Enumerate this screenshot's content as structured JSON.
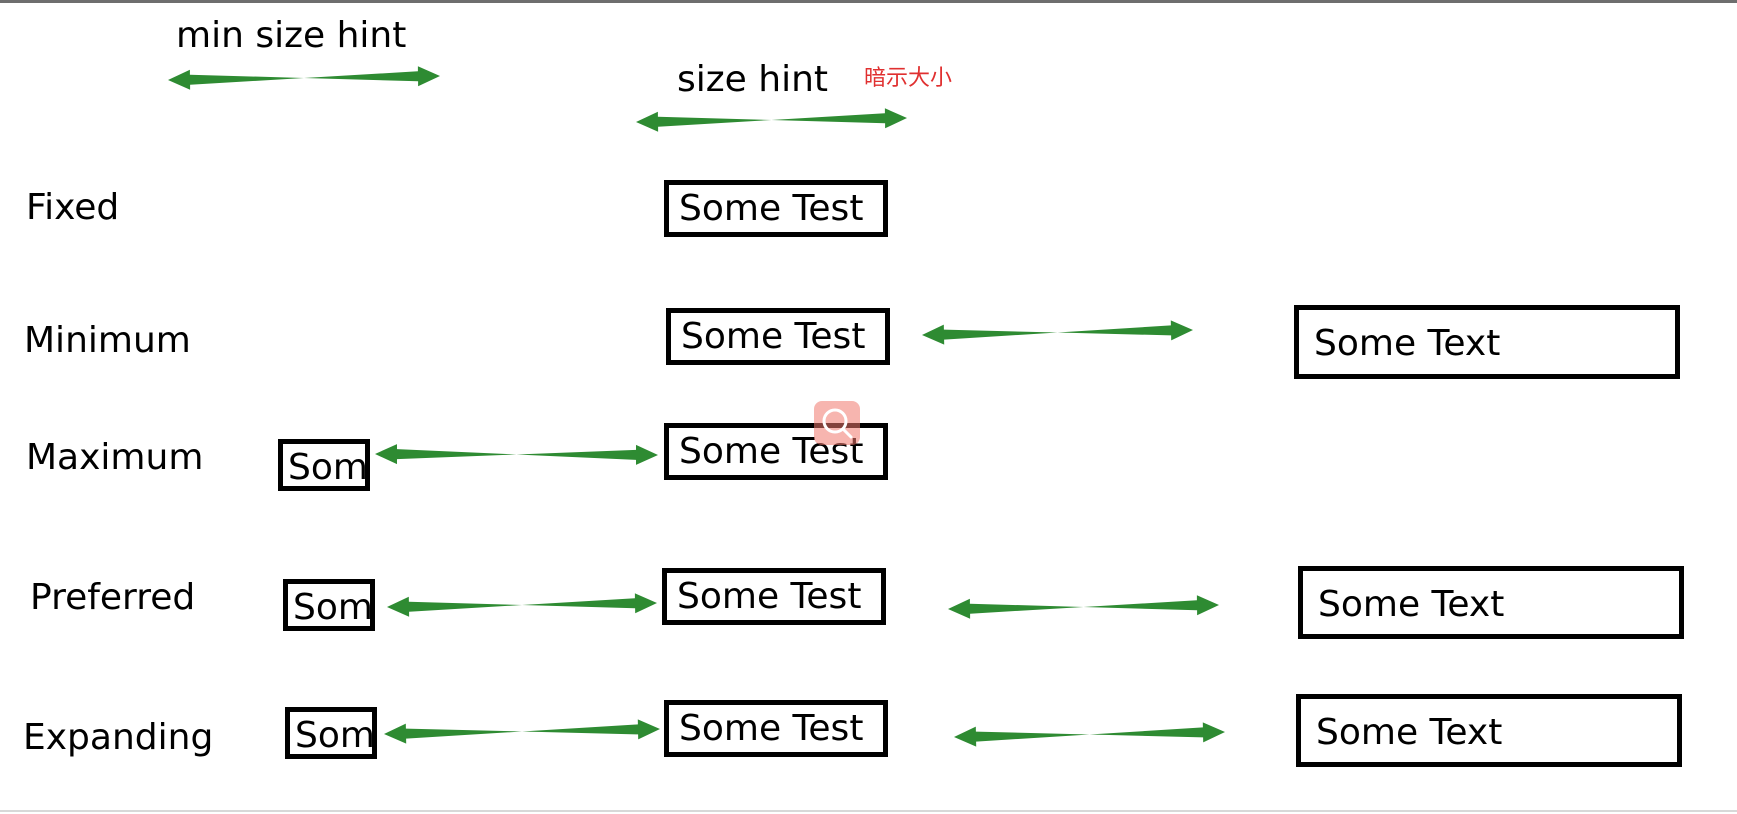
{
  "header": {
    "min_size_hint": "min  size   hint",
    "size_hint": "size hint",
    "size_hint_cn": "暗示大小"
  },
  "rows": [
    {
      "label": "Fixed",
      "middle": "Some Test"
    },
    {
      "label": "Minimum",
      "middle": "Some Test",
      "right": "Some Text"
    },
    {
      "label": "Maximum",
      "left": "Som",
      "middle": "Some Test"
    },
    {
      "label": "Preferred",
      "left": "Som",
      "middle": "Some Test",
      "right": "Some Text"
    },
    {
      "label": "Expanding",
      "left": "Som",
      "middle": "Some Test",
      "right": "Some Text"
    }
  ],
  "colors": {
    "arrow": "#2e8b32",
    "annotation_red": "#e03030",
    "box_border": "#000000"
  },
  "icons": {
    "overlay": "search-icon"
  }
}
